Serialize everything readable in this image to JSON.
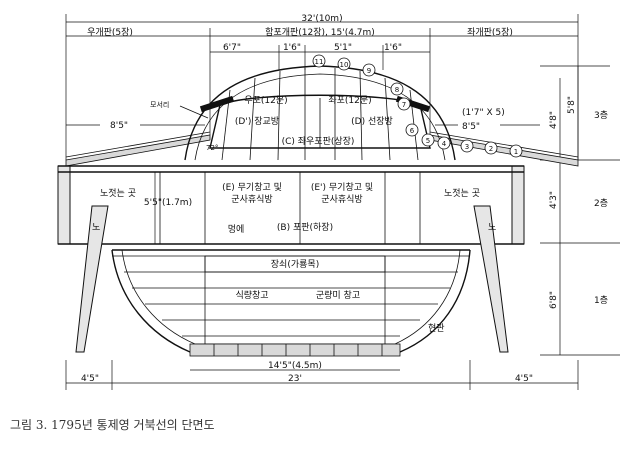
{
  "dimensions": {
    "total_width": "32'(10m)",
    "left_plank": "우개판(5장)",
    "center_plank": "함포개판(12장), 15'(4.7m)",
    "right_plank": "좌개판(5장)",
    "seg_6_7": "6'7\"",
    "seg_1_6_left": "1'6\"",
    "seg_5_1": "5'1\"",
    "seg_1_6_right": "1'6\"",
    "left_8_5": "8'5\"",
    "right_spec": "(1'7\" X 5)",
    "right_8_5": "8'5\"",
    "height_4_8": "4'8\"",
    "height_5_8": "5'8\"",
    "height_4_3": "4'3\"",
    "height_6_8": "6'8\"",
    "height_5_5": "5'5\"(1.7m)",
    "bottom_14_5": "14'5\"(4.5m)",
    "bottom_23": "23'",
    "bottom_left_4_5": "4'5\"",
    "bottom_right_4_5": "4'5\"",
    "angle": "72°"
  },
  "floors": {
    "floor3": "3층",
    "floor2": "2층",
    "floor1": "1층"
  },
  "rooms": {
    "upo": "우포(12문)",
    "jwapo": "좌포(12문)",
    "d_prime": "(D') 장교방",
    "d": "(D) 선장방",
    "c": "(C) 좌우포판(상장)",
    "e_line1": "(E) 무기창고 및",
    "e_line2": "군사휴식방",
    "e_prime_line1": "(E') 무기창고 및",
    "e_prime_line2": "군사휴식방",
    "b": "(B) 포판(하장)",
    "myeonge": "멍에",
    "jangsoe": "장쇠(가룡목)",
    "food": "식량창고",
    "rice": "군량미 창고",
    "rowing_left": "노젓는 곳",
    "rowing_right": "노젓는 곳",
    "oar_left": "노",
    "oar_right": "노",
    "moseori": "모서리",
    "hyeonpan": "현판"
  },
  "plank_numbers": [
    "1",
    "2",
    "3",
    "4",
    "5",
    "6",
    "7",
    "8",
    "9",
    "10",
    "11"
  ],
  "caption": "그림 3. 1795년 통제영 거북선의 단면도"
}
